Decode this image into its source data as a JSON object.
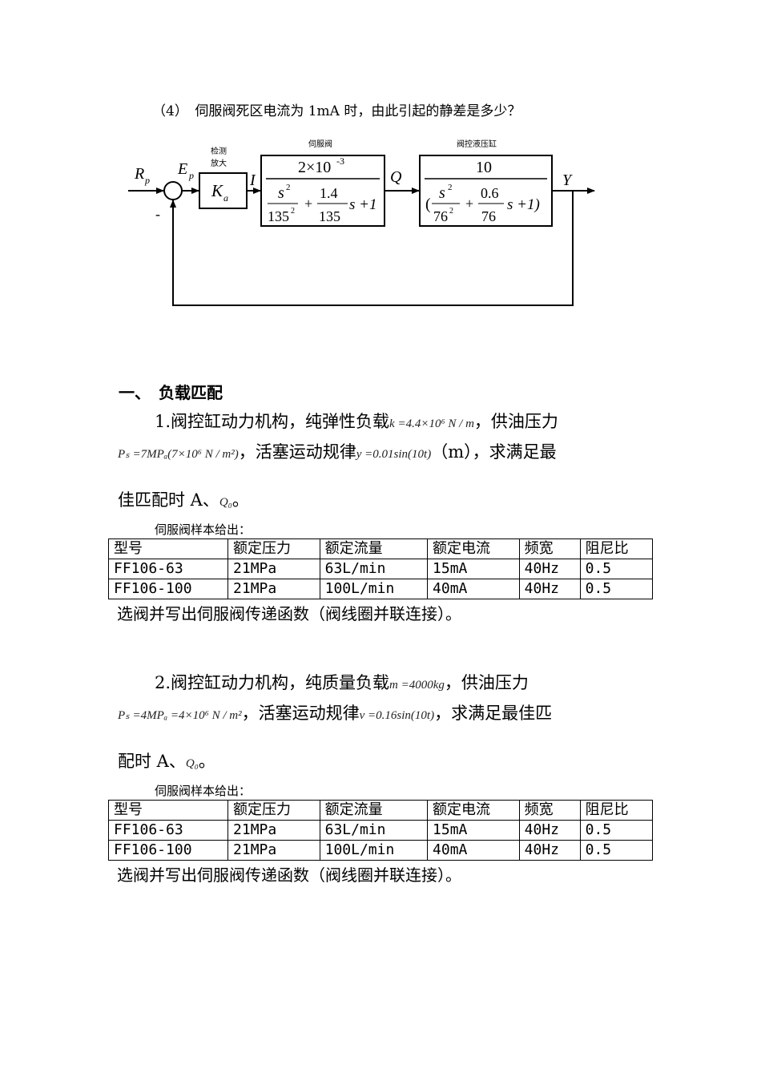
{
  "question4": "（4）　伺服阀死区电流为 1mA 时，由此引起的静差是多少？",
  "diagram": {
    "labels": {
      "rp": "R",
      "rp_sub": "p",
      "ep": "E",
      "ep_sub": "p",
      "minus": "-",
      "detect_line1": "检测",
      "detect_line2": "放大",
      "ka": "K",
      "ka_sub": "a",
      "i": "I",
      "servo_title": "伺服阀",
      "servo_num": "2×10",
      "servo_exp": "-3",
      "q": "Q",
      "cyl_title": "阀控液压缸",
      "cyl_num": "10",
      "y": "Y"
    },
    "servo_den": {
      "s": "s",
      "sq": "2",
      "d1": "135",
      "d1sq": "2",
      "plus": "+",
      "n2": "1.4",
      "d2": "135",
      "tail": "s +1"
    },
    "cyl_den": {
      "open": "(",
      "s": "s",
      "sq": "2",
      "d1": "76",
      "d1sq": "2",
      "plus": "+",
      "n2": "0.6",
      "d2": "76",
      "tail": "s +1)"
    }
  },
  "section_title": "一、　负载匹配",
  "p1": {
    "line1": "1.阀控缸动力机构，纯弹性负载",
    "math_k": "k =4.4×10⁶ N / m",
    "line1b": "，供油压力",
    "math_ps": "Pₛ =7MPₐ(7×10⁶ N / m²)",
    "line2b": "，活塞运动规律",
    "math_y": "y =0.01sin(10t)",
    "line2c": "（m），求满足最",
    "line3": "佳匹配时 A、",
    "math_q0": "Q₀",
    "line3end": "。"
  },
  "p2": {
    "line1": "2.阀控缸动力机构，纯质量负载",
    "math_m": "m =4000kg",
    "line1b": "，供油压力",
    "math_ps": "Pₛ =4MPₐ =4×10⁶ N / m²",
    "line2b": "，活塞运动规律",
    "math_v": "v =0.16sin(10t)",
    "line2c": "，求满足最佳匹",
    "line3": "配时 A、",
    "math_q0": "Q₀",
    "line3end": "。"
  },
  "caption": "伺服阀样本给出：",
  "table": {
    "headers": [
      "型号",
      "额定压力",
      "额定流量",
      "额定电流",
      "频宽",
      "阻尼比"
    ],
    "rows": [
      [
        "FF106-63",
        "21MPa",
        "63L/min",
        "15mA",
        "40Hz",
        "0.5"
      ],
      [
        "FF106-100",
        "21MPa",
        "100L/min",
        "40mA",
        "40Hz",
        "0.5"
      ]
    ]
  },
  "after_table": "选阀并写出伺服阀传递函数（阀线圈并联连接）。"
}
